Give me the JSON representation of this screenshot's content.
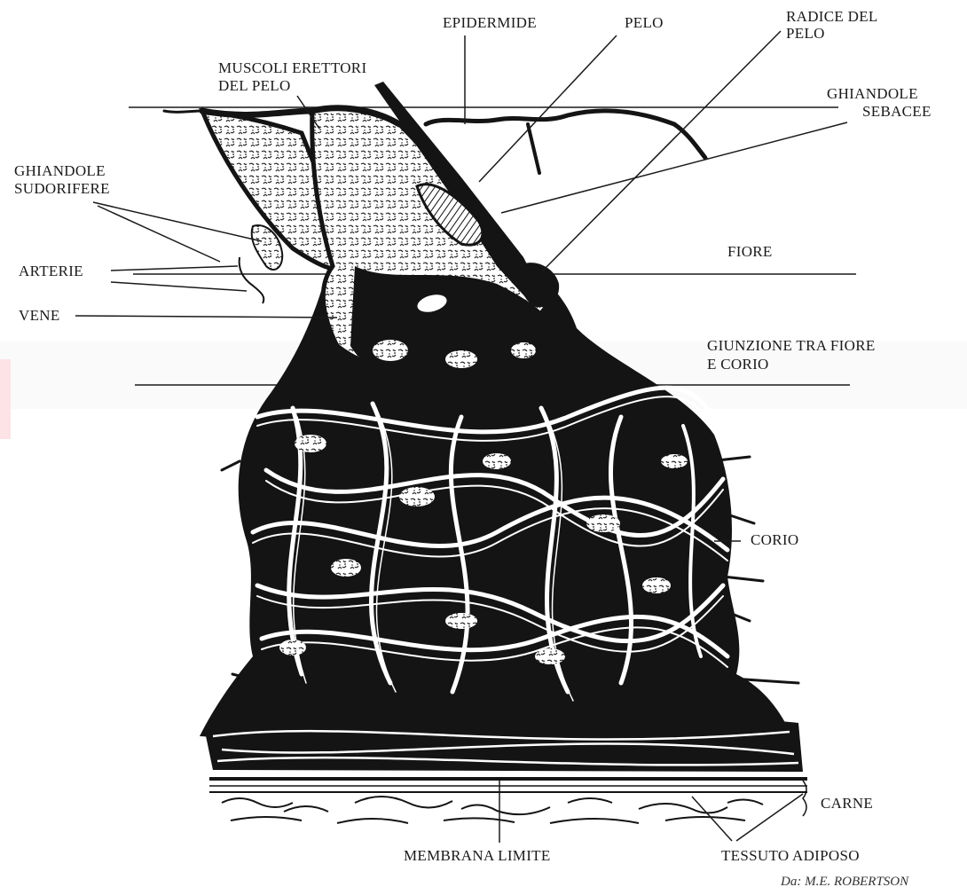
{
  "labels": {
    "epidermide": "EPIDERMIDE",
    "pelo": "PELO",
    "radice_line1": "RADICE DEL",
    "radice_line2": "PELO",
    "muscoli_line1": "MUSCOLI ERETTORI",
    "muscoli_line2": "DEL PELO",
    "ghiandole_sebacee_line1": "GHIANDOLE",
    "ghiandole_sebacee_line2": "SEBACEE",
    "ghiandole_sudorifere_line1": "GHIANDOLE",
    "ghiandole_sudorifere_line2": "SUDORIFERE",
    "arterie": "ARTERIE",
    "vene": "VENE",
    "fiore": "FIORE",
    "giunzione_line1": "GIUNZIONE TRA FIORE",
    "giunzione_line2": "E CORIO",
    "corio": "CORIO",
    "carne": "CARNE",
    "membrana_limite": "MEMBRANA LIMITE",
    "tessuto_adiposo": "TESSUTO ADIPOSO"
  },
  "credit": "Da: M.E. ROBERTSON",
  "colors": {
    "ink": "#141414",
    "fiber": "#ffffff",
    "paper": "#ffffff"
  }
}
